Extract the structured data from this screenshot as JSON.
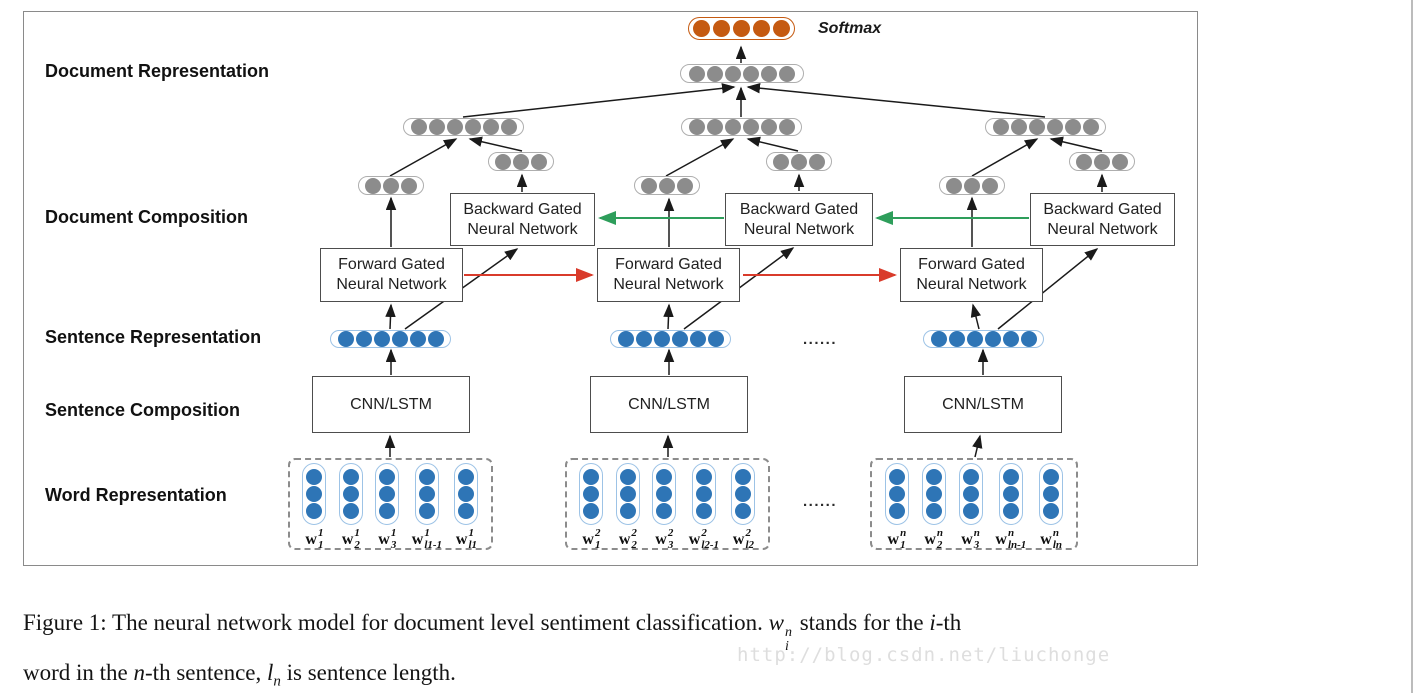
{
  "figure": {
    "layer_labels": [
      "Document Representation",
      "Document Composition",
      "Sentence Representation",
      "Sentence Composition",
      "Word Representation"
    ],
    "softmax_label": "Softmax",
    "boxes": {
      "backward_line1": "Backward Gated",
      "backward_line2": "Neural Network",
      "forward_line1": "Forward Gated",
      "forward_line2": "Neural Network",
      "cnn": "CNN/LSTM"
    },
    "ellipsis": "......",
    "word_base": "w",
    "clusters": [
      {
        "words": [
          {
            "sup": "1",
            "sub": "1"
          },
          {
            "sup": "1",
            "sub": "2"
          },
          {
            "sup": "1",
            "sub": "3"
          },
          {
            "sup": "1",
            "sub": "l1-1"
          },
          {
            "sup": "1",
            "sub": "l1"
          }
        ]
      },
      {
        "words": [
          {
            "sup": "2",
            "sub": "1"
          },
          {
            "sup": "2",
            "sub": "2"
          },
          {
            "sup": "2",
            "sub": "3"
          },
          {
            "sup": "2",
            "sub": "l2-1"
          },
          {
            "sup": "2",
            "sub": "l2"
          }
        ]
      },
      {
        "words": [
          {
            "sup": "n",
            "sub": "1"
          },
          {
            "sup": "n",
            "sub": "2"
          },
          {
            "sup": "n",
            "sub": "3"
          },
          {
            "sup": "n",
            "sub": "ln-1"
          },
          {
            "sup": "n",
            "sub": "ln"
          }
        ]
      }
    ],
    "dots": {
      "softmax": "5",
      "document": "6",
      "cluster_top": "6",
      "half": "3",
      "sentence": "6",
      "word": "3"
    }
  },
  "caption": {
    "l1a": "Figure 1: The neural network model for document level sentiment classification. ",
    "w_base": "w",
    "w_sup": "n",
    "w_sub": "i",
    "l1b": " stands for the ",
    "l1i": "i",
    "l1c": "-th",
    "l2a": "word in the ",
    "l2n": "n",
    "l2b": "-th sentence, ",
    "l2l": "l",
    "l2lsub": "n",
    "l2c": " is sentence length."
  },
  "watermark": "http://blog.csdn.net/liuchonge",
  "colors": {
    "word_blue": "#2E75B6",
    "pill_blue_border": "#9DC3E6",
    "node_gray": "#8C8C8C",
    "softmax_orange": "#C55A11",
    "forward_arrow_red": "#D93B2B",
    "backward_arrow_green": "#2E9E5B"
  }
}
